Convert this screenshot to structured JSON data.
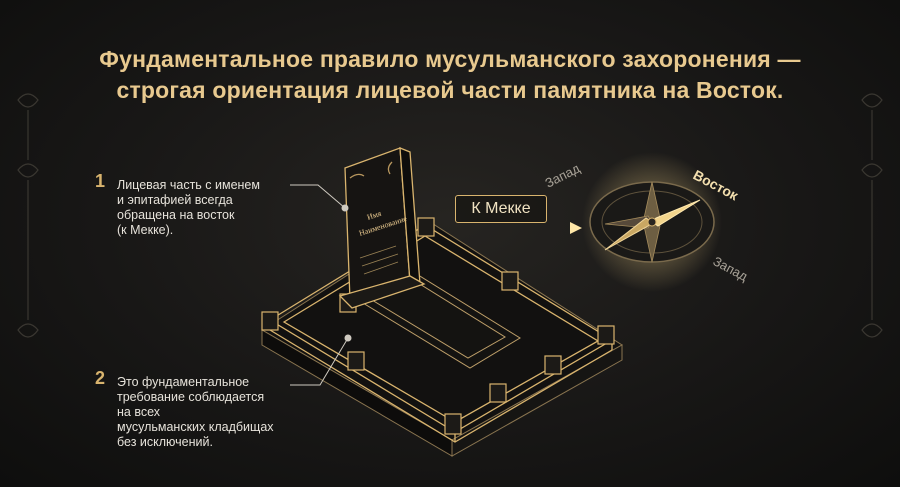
{
  "title": {
    "line1": "Фундаментальное правило мусульманского захоронения —",
    "line2": "строгая ориентация лицевой части памятника на Восток."
  },
  "notes": [
    {
      "number": "1",
      "text": "Лицевая часть с именем\nи эпитафией всегда\nобращена на восток\n(к Мекке)."
    },
    {
      "number": "2",
      "text": "Это фундаментальное\nтребование соблюдается\nна всех\nмусульманских кладбищах\nбез исключений."
    }
  ],
  "arrow_label": "К Мекке",
  "compass": {
    "west_top": "Запад",
    "east": "Восток",
    "west_bottom": "Запад"
  },
  "headstone": {
    "line1": "Имя",
    "line2": "Наименование"
  },
  "colors": {
    "background": "#1a1917",
    "gold": "#d9b46e",
    "title": "#e8c98f",
    "text": "#e6e2da"
  }
}
